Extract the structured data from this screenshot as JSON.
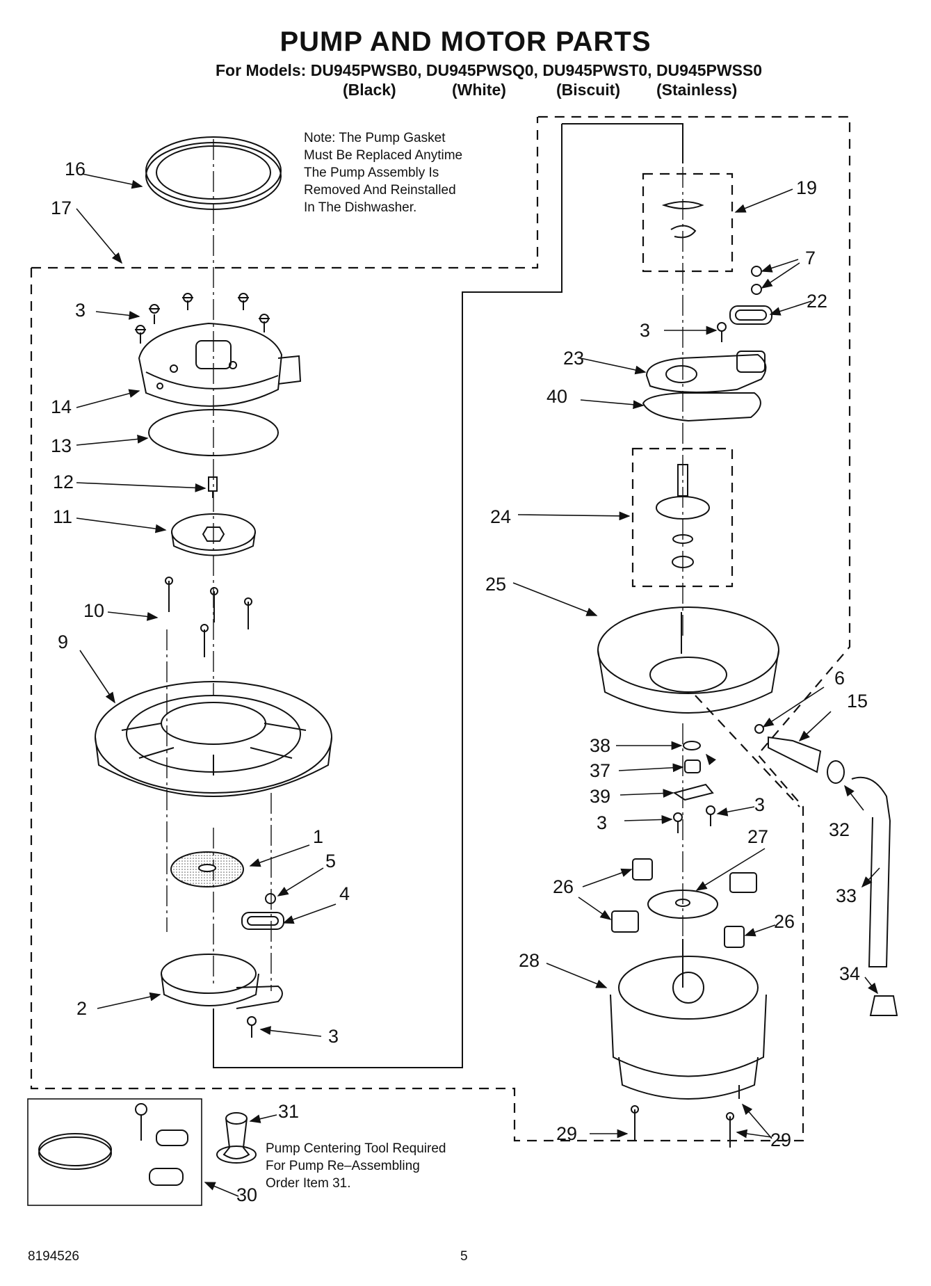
{
  "title": "PUMP AND MOTOR PARTS",
  "models_line": "For Models: DU945PWSB0, DU945PWSQ0, DU945PWST0, DU945PWSS0",
  "colors": [
    "(Black)",
    "(White)",
    "(Biscuit)",
    "(Stainless)"
  ],
  "note_gasket": [
    "Note: The Pump Gasket",
    "Must Be Replaced Anytime",
    "The Pump Assembly Is",
    "Removed And Reinstalled",
    "In The Dishwasher."
  ],
  "note_tool": [
    "Pump Centering Tool Required",
    "For Pump Re–Assembling",
    "Order Item 31."
  ],
  "callouts": {
    "c16": "16",
    "c17": "17",
    "c3a": "3",
    "c14": "14",
    "c13": "13",
    "c12": "12",
    "c11": "11",
    "c10": "10",
    "c9": "9",
    "c1": "1",
    "c5": "5",
    "c4": "4",
    "c2": "2",
    "c3b": "3",
    "c31": "31",
    "c30": "30",
    "c19": "19",
    "c7": "7",
    "c22": "22",
    "c3c": "3",
    "c23": "23",
    "c40": "40",
    "c24": "24",
    "c25": "25",
    "c6": "6",
    "c15": "15",
    "c38": "38",
    "c37": "37",
    "c39": "39",
    "c3d": "3",
    "c3e": "3",
    "c27": "27",
    "c26a": "26",
    "c26b": "26",
    "c32": "32",
    "c33": "33",
    "c28": "28",
    "c34": "34",
    "c29a": "29",
    "c29b": "29"
  },
  "footer": {
    "doc_number": "8194526",
    "page_number": "5"
  }
}
